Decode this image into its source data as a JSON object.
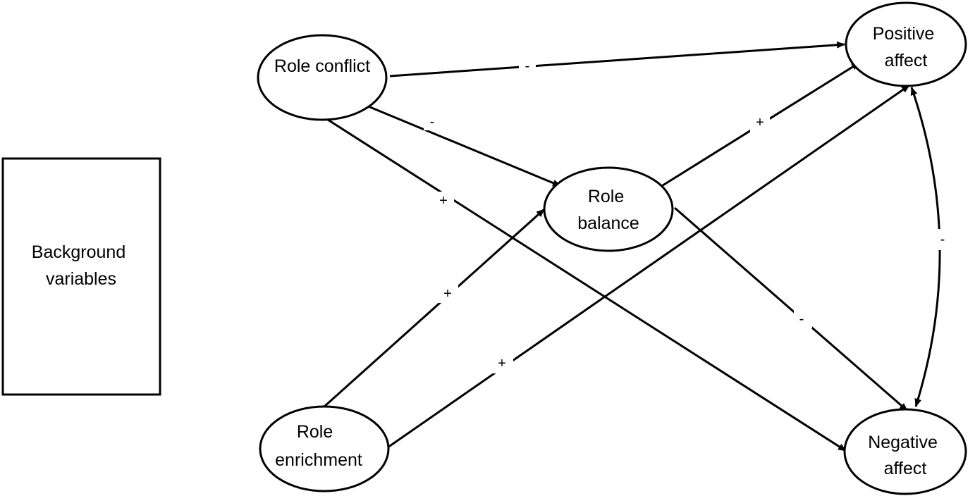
{
  "nodes": {
    "background": {
      "lines": [
        "Background",
        "variables"
      ]
    },
    "role_conflict": {
      "lines": [
        "Role conflict"
      ]
    },
    "role_enrichment": {
      "lines": [
        "Role",
        "enrichment"
      ]
    },
    "role_balance": {
      "lines": [
        "Role",
        "balance"
      ]
    },
    "positive_affect": {
      "lines": [
        "Positive",
        "affect"
      ]
    },
    "negative_affect": {
      "lines": [
        "Negative",
        "affect"
      ]
    }
  },
  "edges": [
    {
      "from": "Role conflict",
      "to": "Positive affect",
      "sign": "-"
    },
    {
      "from": "Role conflict",
      "to": "Role balance",
      "sign": "-"
    },
    {
      "from": "Role conflict",
      "to": "Negative affect",
      "sign": "+"
    },
    {
      "from": "Role enrichment",
      "to": "Role balance",
      "sign": "+"
    },
    {
      "from": "Role enrichment",
      "to": "Positive affect",
      "sign": "+"
    },
    {
      "from": "Role balance",
      "to": "Positive affect",
      "sign": "+"
    },
    {
      "from": "Role balance",
      "to": "Negative affect",
      "sign": "-"
    },
    {
      "from": "Positive affect",
      "to": "Negative affect",
      "sign": "-",
      "bidirectional": true
    }
  ],
  "colors": {
    "stroke": "#000000",
    "background": "#ffffff"
  }
}
